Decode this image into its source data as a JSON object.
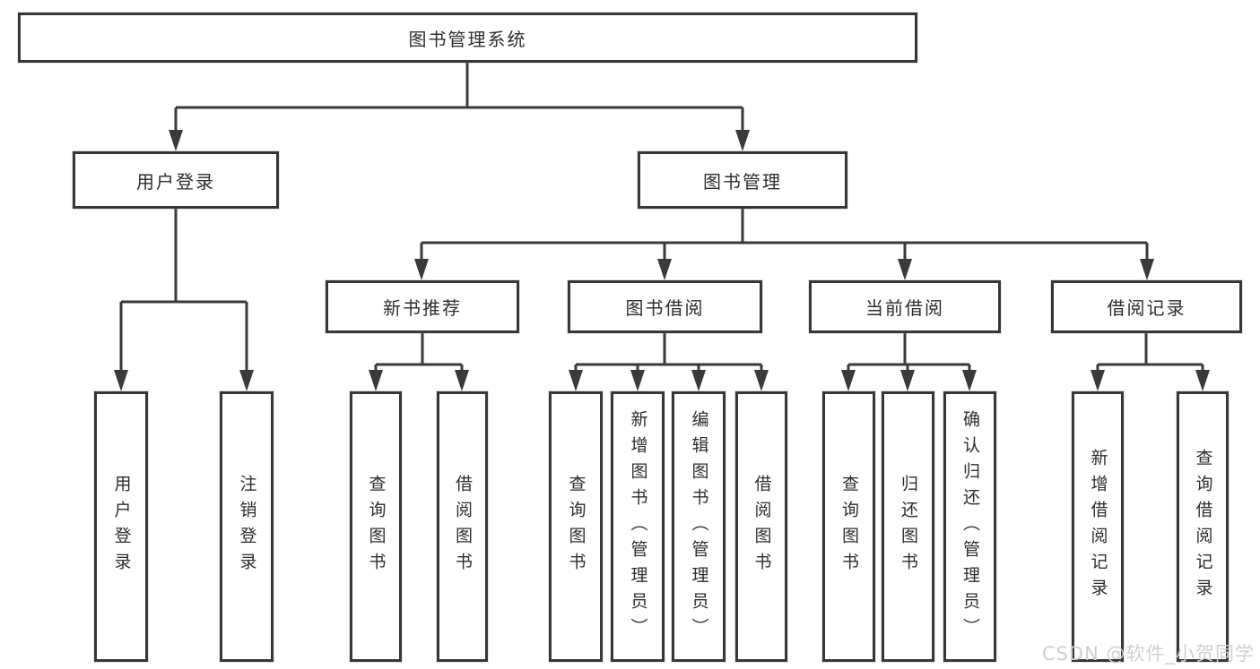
{
  "diagram": {
    "tree": {
      "label": "图书管理系统",
      "children": [
        {
          "label": "用户登录",
          "children": [
            {
              "label": "用户登录"
            },
            {
              "label": "注销登录"
            }
          ]
        },
        {
          "label": "图书管理",
          "children": [
            {
              "label": "新书推荐",
              "children": [
                {
                  "label": "查询图书"
                },
                {
                  "label": "借阅图书"
                }
              ]
            },
            {
              "label": "图书借阅",
              "children": [
                {
                  "label": "查询图书"
                },
                {
                  "label": "新增图书（管理员）"
                },
                {
                  "label": "编辑图书（管理员）"
                },
                {
                  "label": "借阅图书"
                }
              ]
            },
            {
              "label": "当前借阅",
              "children": [
                {
                  "label": "查询图书"
                },
                {
                  "label": "归还图书"
                },
                {
                  "label": "确认归还（管理员）"
                }
              ]
            },
            {
              "label": "借阅记录",
              "children": [
                {
                  "label": "新增借阅记录"
                },
                {
                  "label": "查询借阅记录"
                }
              ]
            }
          ]
        }
      ]
    },
    "watermark": "CSDN @软件_小贺同学",
    "colors": {
      "line": "#3a3a3a",
      "box_border": "#373737",
      "text": "#2d2d2d",
      "background": "#ffffff",
      "watermark": "#cfcfcf"
    }
  }
}
